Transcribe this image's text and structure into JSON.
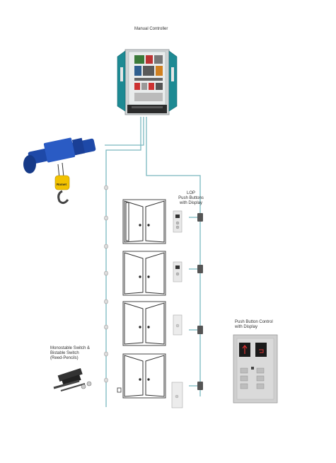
{
  "labels": {
    "manual_controller": "Manual Controller",
    "lop_line1": "LOP",
    "lop_line2": "Push Buttons",
    "lop_line3": "with Display",
    "pbc_line1": "Push Button Control",
    "pbc_line2": "with Display",
    "switch_line1": "Monostable Switch &",
    "switch_line2": "Bistable Switch",
    "switch_line3": "(Reed-Pencils)",
    "hoist_brand": "Romet"
  },
  "colors": {
    "cabinet": "#1d8a93",
    "cabinet_dark": "#136670",
    "wire": "#7ab8bf",
    "hoist": "#1e49a8",
    "hook": "#f2c200",
    "steel": "#c8c8c8"
  },
  "floors": [
    "floor-4",
    "floor-3",
    "floor-2",
    "floor-1"
  ]
}
